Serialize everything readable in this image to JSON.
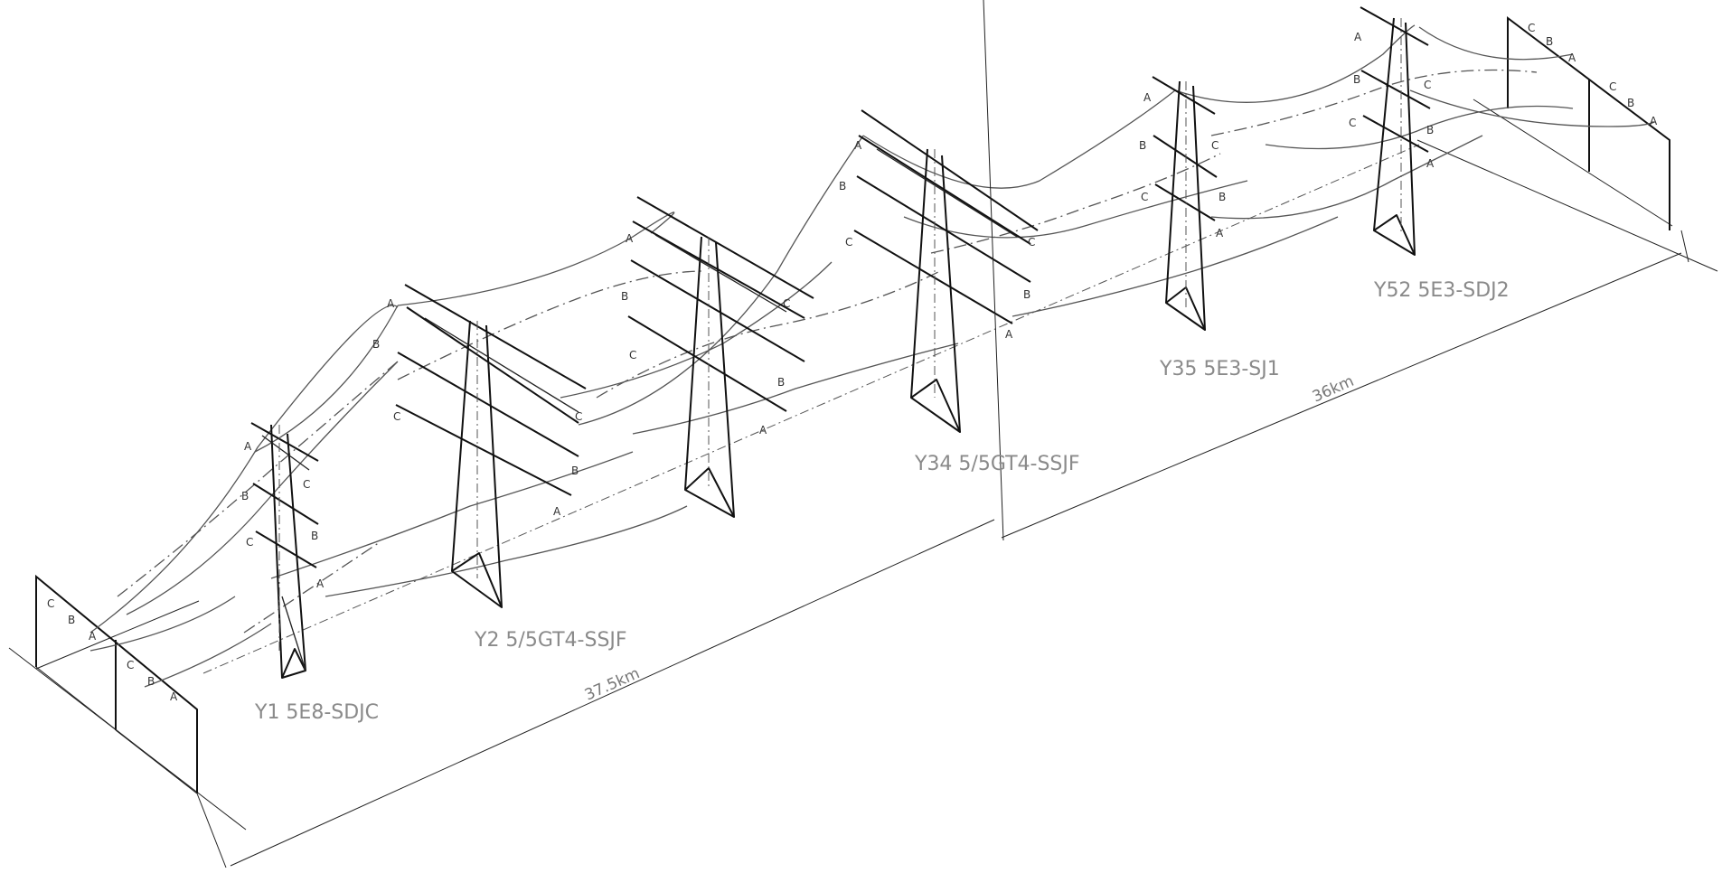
{
  "towers": [
    {
      "label": "Y1 5E8-SDJC"
    },
    {
      "label": "Y2 5/5GT4-SSJF"
    },
    {
      "label": "Y34 5/5GT4-SSJF"
    },
    {
      "label": "Y35 5E3-SJ1"
    },
    {
      "label": "Y52 5E3-SDJ2"
    }
  ],
  "distances": {
    "first_section": "37.5km",
    "second_section": "36km"
  },
  "phases": [
    "A",
    "B",
    "C"
  ]
}
